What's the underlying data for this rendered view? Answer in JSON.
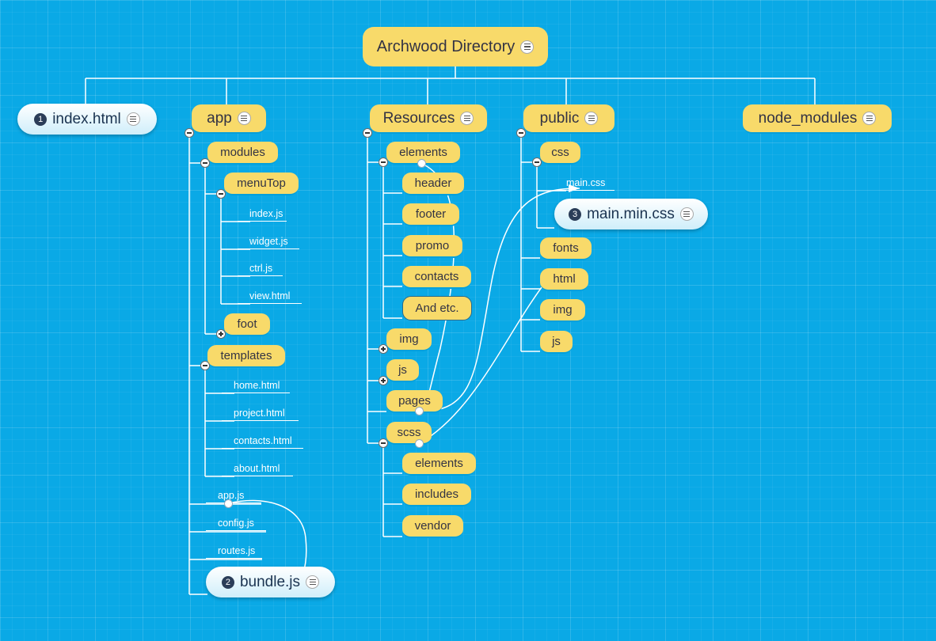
{
  "map": {
    "root": {
      "label": "Archwood Directory"
    },
    "index_html": {
      "badge": "1",
      "label": "index.html"
    },
    "app": {
      "label": "app",
      "modules": "modules",
      "menuTop": "menuTop",
      "menuTop_files": [
        "index.js",
        "widget.js",
        "ctrl.js",
        "view.html"
      ],
      "foot": "foot",
      "templates": "templates",
      "template_files": [
        "home.html",
        "project.html",
        "contacts.html",
        "about.html"
      ],
      "app_files": [
        "app.js",
        "config.js",
        "routes.js"
      ],
      "bundle": {
        "badge": "2",
        "label": "bundle.js"
      }
    },
    "resources": {
      "label": "Resources",
      "elements": "elements",
      "element_items": [
        "header",
        "footer",
        "promo",
        "contacts",
        "And etc."
      ],
      "img": "img",
      "js": "js",
      "pages": "pages",
      "scss": "scss",
      "scss_items": [
        "elements",
        "includes",
        "vendor"
      ]
    },
    "public": {
      "label": "public",
      "css": "css",
      "main_css": "main.css",
      "main_min_css": {
        "badge": "3",
        "label": "main.min.css"
      },
      "items": [
        "fonts",
        "html",
        "img",
        "js"
      ]
    },
    "node_modules": {
      "label": "node_modules"
    }
  }
}
